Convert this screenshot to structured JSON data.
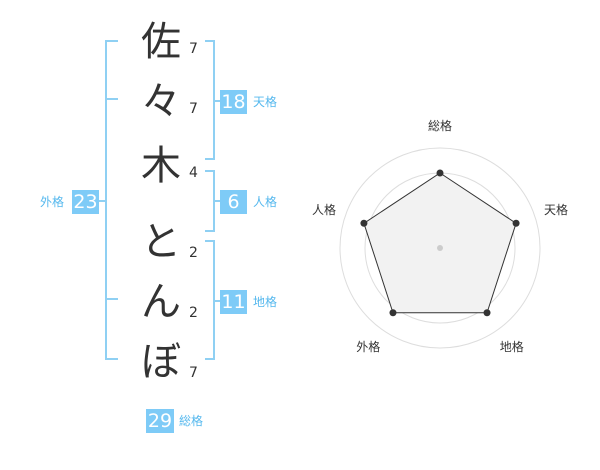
{
  "name": {
    "characters": [
      {
        "char": "佐",
        "strokes": "7"
      },
      {
        "char": "々",
        "strokes": "7"
      },
      {
        "char": "木",
        "strokes": "4"
      },
      {
        "char": "と",
        "strokes": "2"
      },
      {
        "char": "ん",
        "strokes": "2"
      },
      {
        "char": "ぼ",
        "strokes": "7"
      }
    ]
  },
  "fortunes": {
    "tenkaku": {
      "label": "天格",
      "value": "18"
    },
    "jinkaku": {
      "label": "人格",
      "value": "6"
    },
    "chikaku": {
      "label": "地格",
      "value": "11"
    },
    "gaikaku": {
      "label": "外格",
      "value": "23"
    },
    "soukaku": {
      "label": "総格",
      "value": "29"
    }
  },
  "colors": {
    "accent": "#7ecbf7",
    "label": "#55b8ee",
    "bracket": "#8fd0f3",
    "text": "#333333",
    "radar_fill": "#f2f2f2",
    "radar_grid": "#dddddd"
  },
  "chart_data": {
    "type": "radar",
    "axes": [
      "総格",
      "天格",
      "地格",
      "外格",
      "人格"
    ],
    "values": [
      0.75,
      0.8,
      0.8,
      0.8,
      0.8
    ],
    "rings": 4,
    "max": 1
  }
}
